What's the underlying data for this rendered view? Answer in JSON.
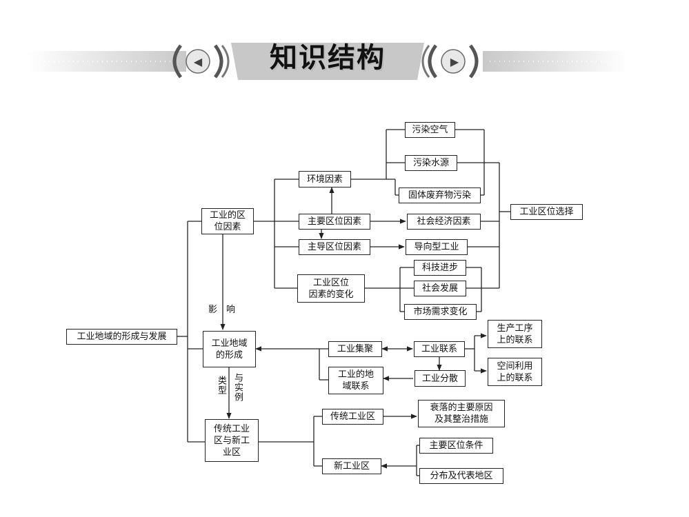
{
  "header": {
    "title": "知识结构",
    "nav_prev": "◀",
    "nav_next": "▶"
  },
  "nodes": {
    "root": "工业地域的形成与发展",
    "location_factors": "工业的区\n位因素",
    "formation": "工业地域\n的形成",
    "traditional_new": "传统工业\n区与新工\n业区",
    "env_factor": "环境因素",
    "main_factor": "主要区位因素",
    "dominant_factor": "主导区位因素",
    "change_factor": "工业区位\n因素的变化",
    "air": "污染空气",
    "water": "污染水源",
    "solid": "固体废弃物污染",
    "socio_econ": "社会经济因素",
    "oriented": "导向型工业",
    "tech": "科技进步",
    "social_dev": "社会发展",
    "market": "市场需求变化",
    "location_choice": "工业区位选择",
    "agglomeration": "工业集聚",
    "linkage": "工业联系",
    "regional_link": "工业的地\n域联系",
    "dispersion": "工业分散",
    "production_link": "生产工序\n上的联系",
    "space_link": "空间利用\n上的联系",
    "traditional_area": "传统工业区",
    "new_area": "新工业区",
    "decline": "衰落的主要原因\n及其整治措施",
    "conditions": "主要区位条件",
    "distribution": "分布及代表地区"
  },
  "labels": {
    "influence": "影　响",
    "type": "类型",
    "example": "与实例"
  }
}
